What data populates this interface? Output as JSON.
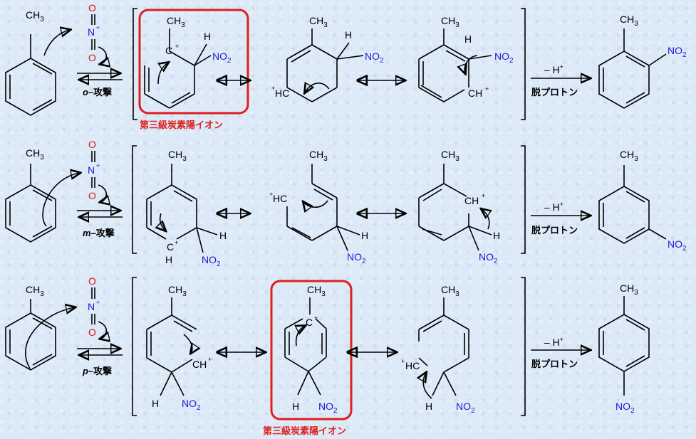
{
  "labels": {
    "methyl": "CH3",
    "ch3_main": "CH",
    "ch3_sub": "3",
    "nitro_main": "NO",
    "nitro_sub": "2",
    "H": "H",
    "N": "N",
    "O": "O",
    "plus": "+",
    "carbocation": "C",
    "hc": "HC",
    "ch": "CH"
  },
  "rows": [
    {
      "attack_italic": "o",
      "attack_text": "–攻撃"
    },
    {
      "attack_italic": "m",
      "attack_text": "–攻撃"
    },
    {
      "attack_italic": "p",
      "attack_text": "–攻撃"
    }
  ],
  "deprotonation": {
    "h_minus": "– H",
    "h_plus": "+",
    "label": "脱プロトン"
  },
  "highlight_label": "第三級炭素陽イオン",
  "colors": {
    "highlight": "#e01e1e",
    "nitro": "#1a1ad6",
    "oxygen": "#d31b1b",
    "background": "#dce9f7"
  }
}
